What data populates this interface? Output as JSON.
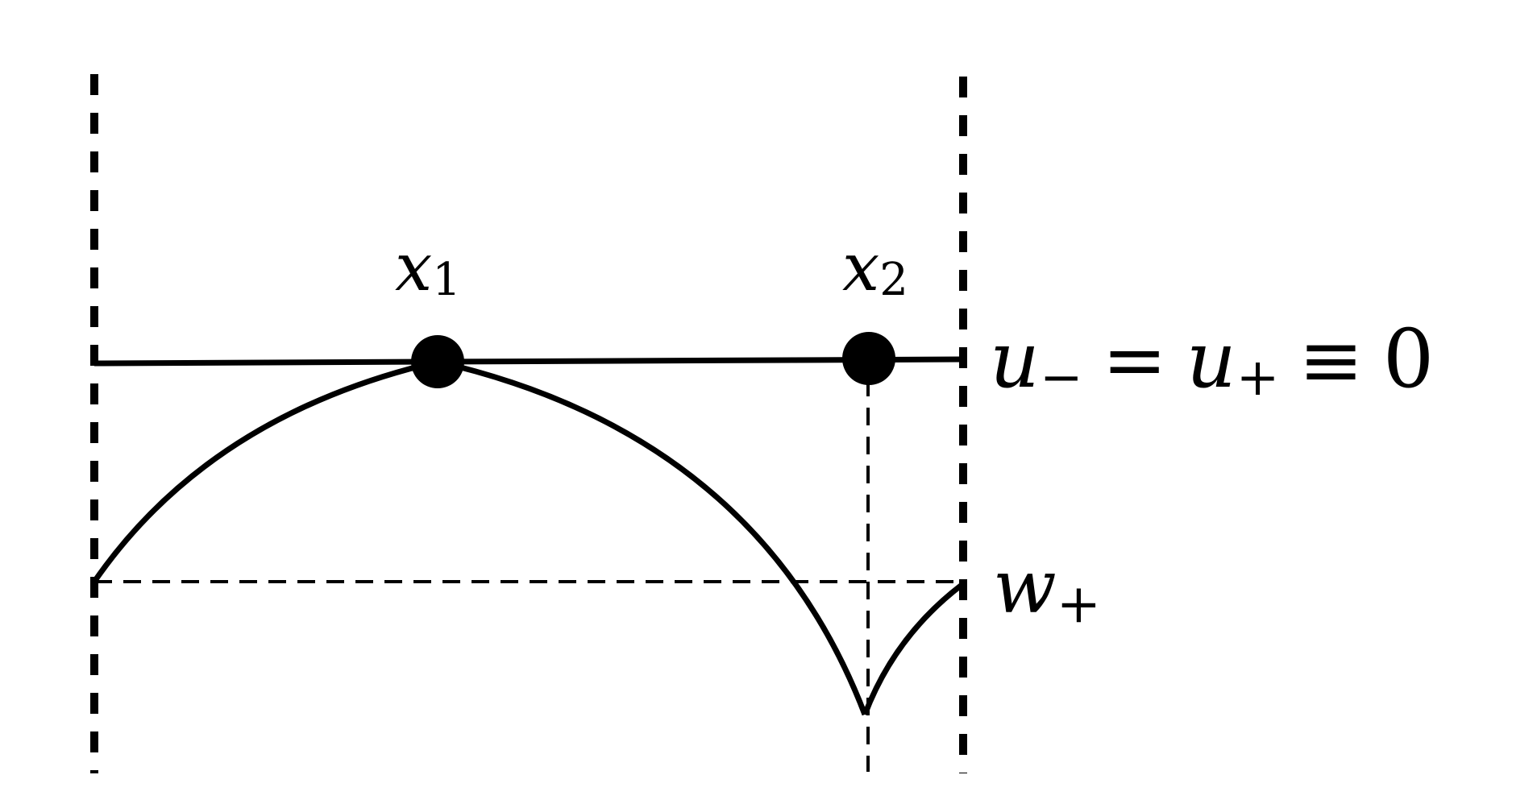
{
  "labels": {
    "point1": {
      "main": "x",
      "sub": "1"
    },
    "point2": {
      "main": "x",
      "sub": "2"
    },
    "top_level": {
      "u1": "u",
      "u1_sub": "−",
      "eq": "=",
      "u2": "u",
      "u2_sub": "+",
      "equiv": "≡",
      "zero": "0"
    },
    "bottom_level": {
      "main": "w",
      "sub": "+"
    }
  },
  "colors": {
    "stroke": "#000000",
    "background": "#ffffff"
  }
}
